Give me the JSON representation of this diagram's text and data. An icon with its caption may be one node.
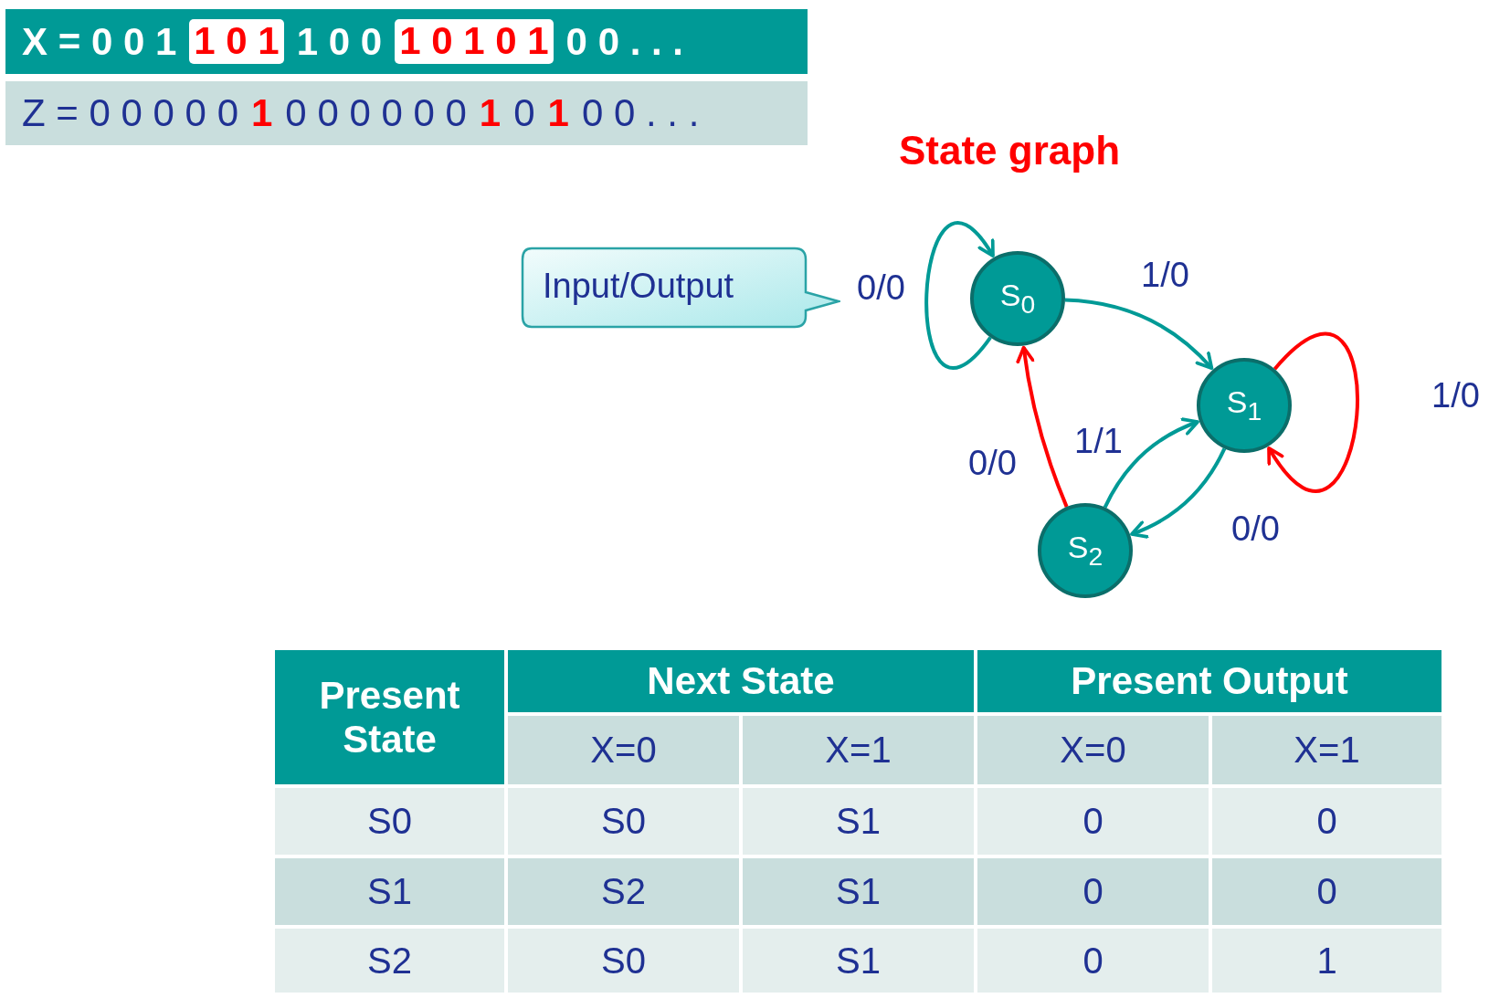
{
  "diagram": {
    "title": "State graph",
    "nodes": [
      {
        "text": [
          "X = 0 0 1",
          "1 0 1",
          "1 0 0",
          "1 0 1 0 1",
          "0 0 . . ."
        ]
      },
      {
        "text": [
          "Z = 0 0 0 0 0",
          "1",
          "0 0 0 0 0 0",
          "1",
          "0",
          "1",
          "0 0 . . ."
        ]
      },
      {
        "text": [
          "Input/Output"
        ]
      },
      {
        "text": [
          "S$_{0}$"
        ]
      },
      {
        "text": [
          "S$_{1}$"
        ]
      },
      {
        "text": [
          "S$_{2}$"
        ]
      }
    ],
    "edges": [
      {
        "from": 3,
        "to": 3,
        "arrow": "to",
        "label": "0/0"
      },
      {
        "from": 3,
        "to": 4,
        "arrow": "to",
        "label": "1/0"
      },
      {
        "from": 4,
        "to": 4,
        "arrow": "to",
        "label": "1/0",
        "color": "#ff0000"
      },
      {
        "from": 4,
        "to": 5,
        "arrow": "to",
        "label": "0/0"
      },
      {
        "from": 5,
        "to": 4,
        "arrow": "to",
        "label": "1/1"
      },
      {
        "from": 5,
        "to": 3,
        "arrow": "to",
        "label": "0/0",
        "color": "#ff0000"
      }
    ],
    "labels": [
      "Present State",
      "Next State",
      "Present Output",
      "X=0",
      "X=1",
      "X=0",
      "X=1",
      "S0",
      "S0",
      "S1",
      "0",
      "0",
      "S1",
      "S2",
      "S1",
      "0",
      "0",
      "S2",
      "S0",
      "S1",
      "0",
      "1"
    ]
  }
}
